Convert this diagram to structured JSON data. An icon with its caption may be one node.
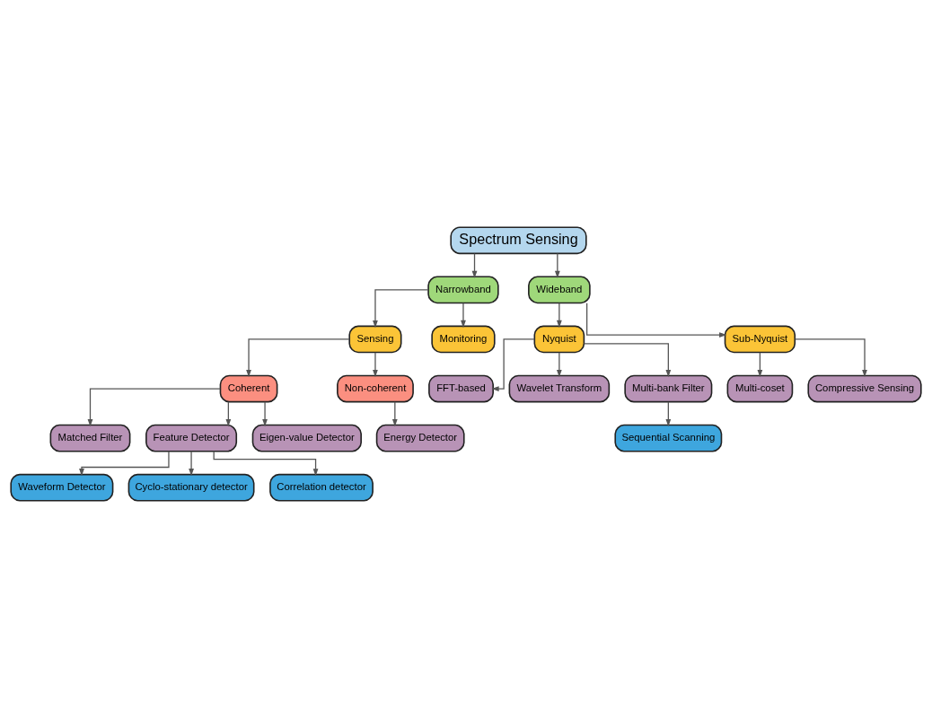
{
  "diagram": {
    "nodes": [
      {
        "text": [
          "Spectrum Sensing"
        ]
      },
      {
        "text": [
          "Narrowband"
        ]
      },
      {
        "text": [
          "Wideband"
        ]
      },
      {
        "text": [
          "Sensing"
        ]
      },
      {
        "text": [
          "Monitoring"
        ]
      },
      {
        "text": [
          "Nyquist"
        ]
      },
      {
        "text": [
          "Sub-Nyquist"
        ]
      },
      {
        "text": [
          "Coherent"
        ]
      },
      {
        "text": [
          "Non-coherent"
        ]
      },
      {
        "text": [
          "Matched Filter"
        ]
      },
      {
        "text": [
          "Feature Detector"
        ]
      },
      {
        "text": [
          "Eigen-value Detector"
        ]
      },
      {
        "text": [
          "Energy Detector"
        ]
      },
      {
        "text": [
          "Waveform Detector"
        ]
      },
      {
        "text": [
          "Cyclo-stationary detector"
        ]
      },
      {
        "text": [
          "Correlation detector"
        ]
      },
      {
        "text": [
          "FFT-based"
        ]
      },
      {
        "text": [
          "Wavelet Transform"
        ]
      },
      {
        "text": [
          "Multi-bank Filter"
        ]
      },
      {
        "text": [
          "Sequential Scanning"
        ]
      },
      {
        "text": [
          "Multi-coset"
        ]
      },
      {
        "text": [
          "Compressive Sensing"
        ]
      }
    ],
    "edges": [
      {
        "from": 0,
        "to": 1,
        "arrow": "to"
      },
      {
        "from": 0,
        "to": 2,
        "arrow": "to"
      },
      {
        "from": 1,
        "to": 3,
        "arrow": "to"
      },
      {
        "from": 1,
        "to": 4,
        "arrow": "to"
      },
      {
        "from": 2,
        "to": 5,
        "arrow": "to"
      },
      {
        "from": 2,
        "to": 6,
        "arrow": "to"
      },
      {
        "from": 3,
        "to": 7,
        "arrow": "to"
      },
      {
        "from": 3,
        "to": 8,
        "arrow": "to"
      },
      {
        "from": 7,
        "to": 9,
        "arrow": "to"
      },
      {
        "from": 7,
        "to": 10,
        "arrow": "to"
      },
      {
        "from": 7,
        "to": 11,
        "arrow": "to"
      },
      {
        "from": 8,
        "to": 12,
        "arrow": "to"
      },
      {
        "from": 10,
        "to": 13,
        "arrow": "to"
      },
      {
        "from": 10,
        "to": 14,
        "arrow": "to"
      },
      {
        "from": 10,
        "to": 15,
        "arrow": "to"
      },
      {
        "from": 5,
        "to": 16,
        "arrow": "to"
      },
      {
        "from": 5,
        "to": 17,
        "arrow": "to"
      },
      {
        "from": 5,
        "to": 18,
        "arrow": "to"
      },
      {
        "from": 18,
        "to": 19,
        "arrow": "to"
      },
      {
        "from": 6,
        "to": 20,
        "arrow": "to"
      },
      {
        "from": 6,
        "to": 21,
        "arrow": "to"
      }
    ]
  }
}
